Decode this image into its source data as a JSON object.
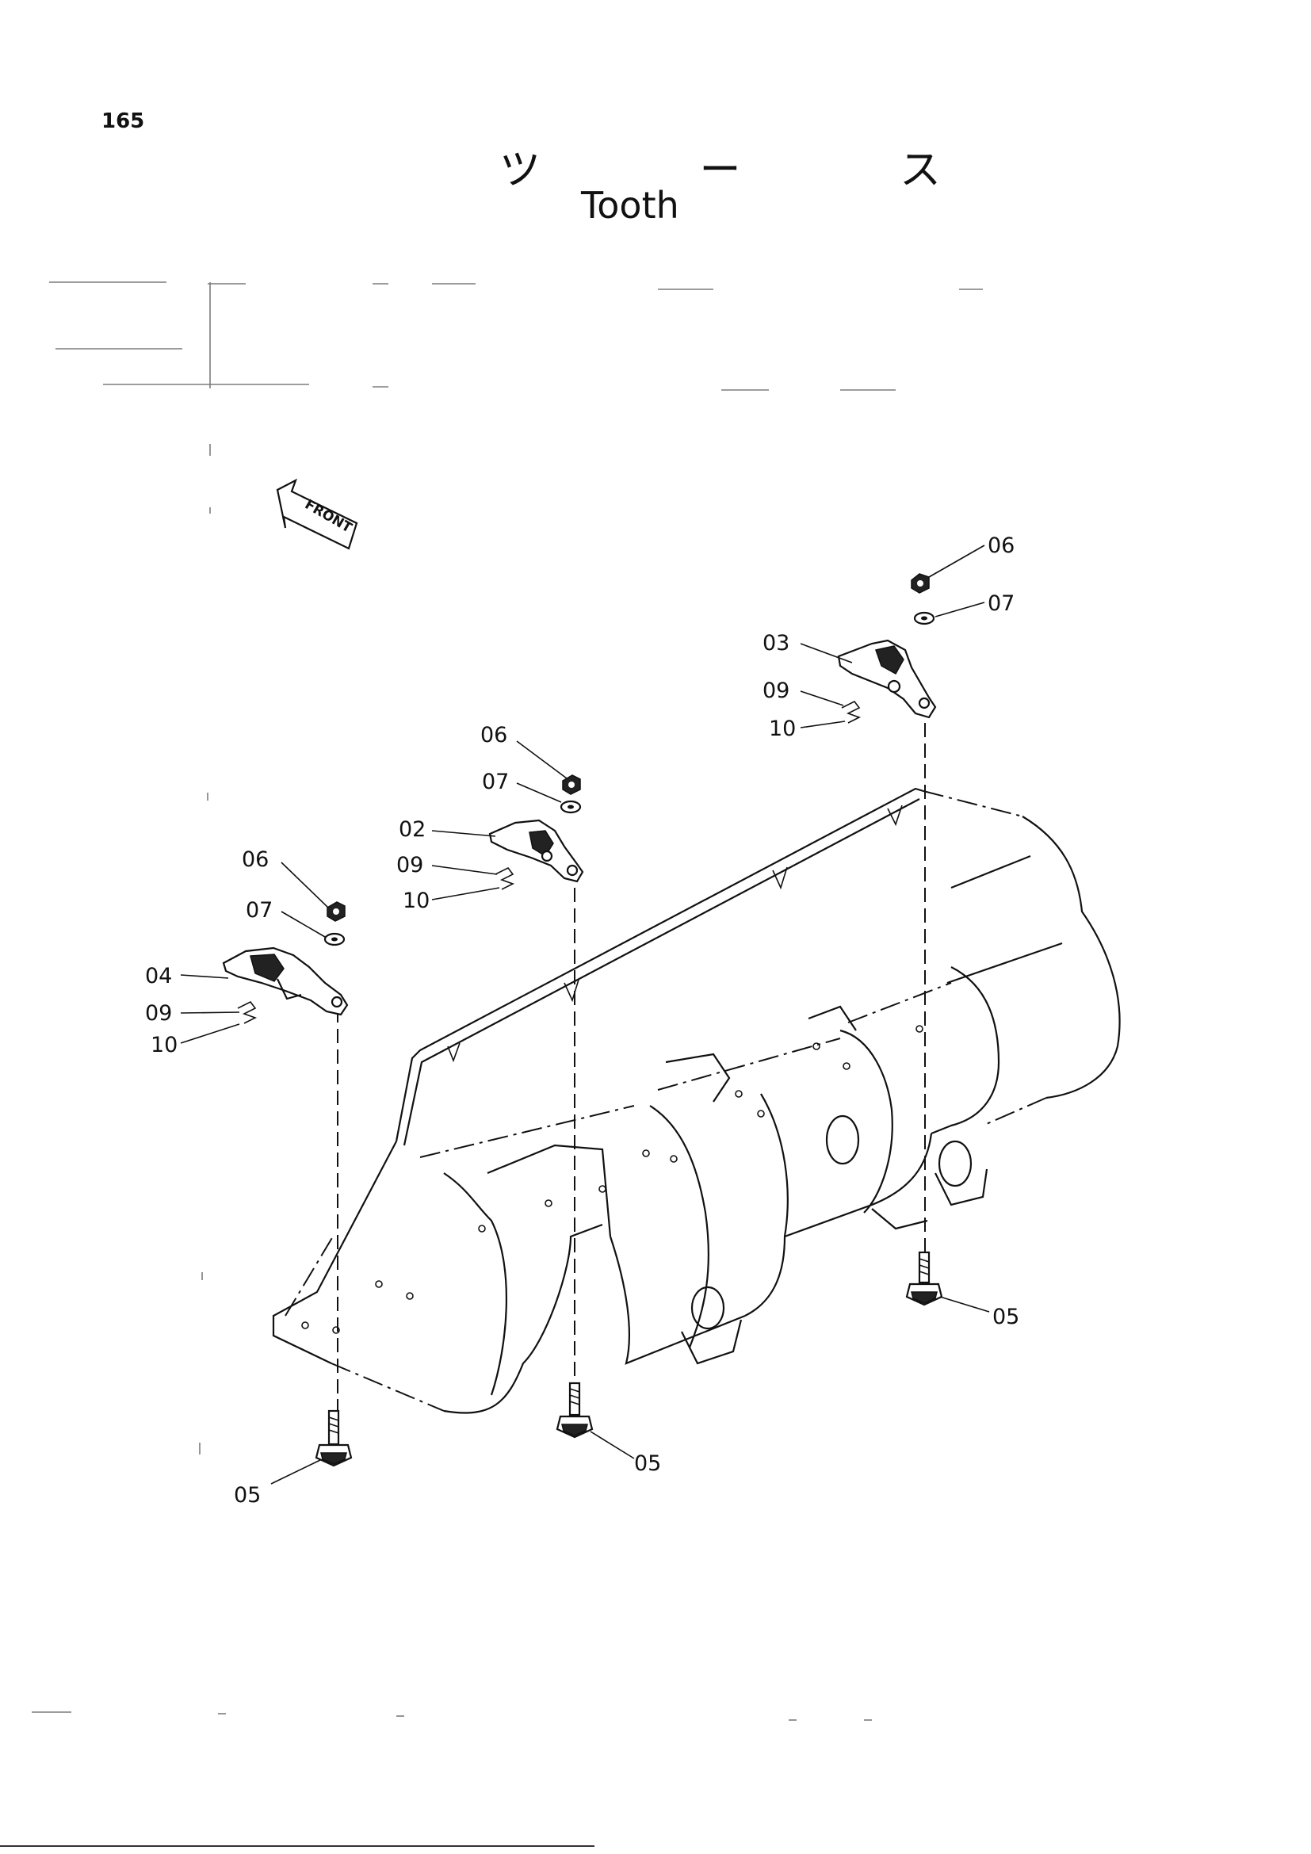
{
  "page": {
    "number": "165"
  },
  "title": {
    "japanese": "ツ ー ス",
    "english": "Tooth"
  },
  "front_marker": {
    "label": "FRONT"
  },
  "callouts": [
    {
      "id": "c-06-a",
      "label": "06"
    },
    {
      "id": "c-07-a",
      "label": "07"
    },
    {
      "id": "c-03",
      "label": "03"
    },
    {
      "id": "c-09-a",
      "label": "09"
    },
    {
      "id": "c-10-a",
      "label": "10"
    },
    {
      "id": "c-06-b",
      "label": "06"
    },
    {
      "id": "c-07-b",
      "label": "07"
    },
    {
      "id": "c-02",
      "label": "02"
    },
    {
      "id": "c-09-b",
      "label": "09"
    },
    {
      "id": "c-10-b",
      "label": "10"
    },
    {
      "id": "c-06-c",
      "label": "06"
    },
    {
      "id": "c-07-c",
      "label": "07"
    },
    {
      "id": "c-04",
      "label": "04"
    },
    {
      "id": "c-09-c",
      "label": "09"
    },
    {
      "id": "c-10-c",
      "label": "10"
    },
    {
      "id": "c-05-a",
      "label": "05"
    },
    {
      "id": "c-05-b",
      "label": "05"
    },
    {
      "id": "c-05-c",
      "label": "05"
    }
  ]
}
